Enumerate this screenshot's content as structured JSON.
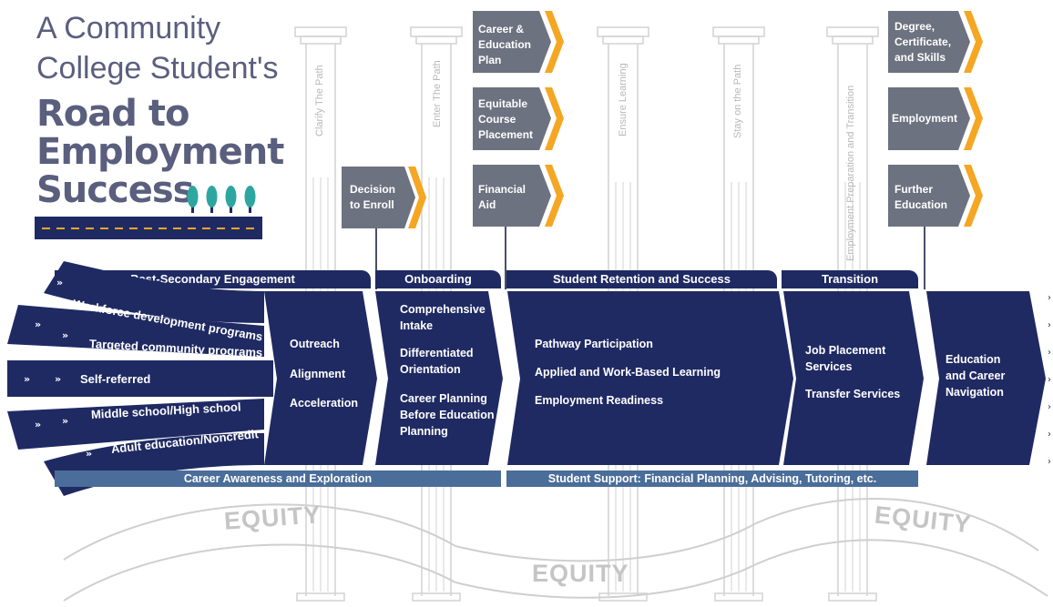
{
  "title": {
    "line1": "A Community",
    "line2": "College Student's",
    "line3": "Road to",
    "line4": "Employment",
    "line5": "Success"
  },
  "pillars": [
    "Clarify The Path",
    "Enter The Path",
    "Ensure Learning",
    "Stay on the Path",
    "Employment Preparation and Transition"
  ],
  "phases": [
    "Post-Secondary Engagement",
    "Onboarding",
    "Student Retention and Success",
    "Transition"
  ],
  "flags": {
    "decision": "Decision to Enroll",
    "career_plan": "Career & Education Plan",
    "course_placement": "Equitable Course Placement",
    "financial_aid": "Financial Aid",
    "degree": "Degree, Certificate, and Skills",
    "employment": "Employment",
    "further_education": "Further Education"
  },
  "entry_points": [
    "Workforce development programs",
    "Targeted community programs",
    "Self-referred",
    "Middle school/High school",
    "Adult education/Noncredit"
  ],
  "stages": {
    "engagement": [
      "Outreach",
      "Alignment",
      "Acceleration"
    ],
    "onboarding": [
      "Comprehensive Intake",
      "Differentiated Orientation",
      "Career Planning Before Education Planning"
    ],
    "retention": [
      "Pathway Participation",
      "Applied and Work-Based Learning",
      "Employment Readiness"
    ],
    "transition": [
      "Job Placement Services",
      "Transfer Services"
    ],
    "final": "Education and Career Navigation"
  },
  "bars": {
    "career_awareness": "Career Awareness and Exploration",
    "student_support": "Student Support: Financial Planning, Advising, Tutoring, etc."
  },
  "equity_label": "EQUITY",
  "colors": {
    "navy": "#1f2a63",
    "gray_flag": "#6d7280",
    "orange": "#f5a623",
    "steel_blue": "#4a6d99",
    "teal": "#2ea6a0"
  }
}
